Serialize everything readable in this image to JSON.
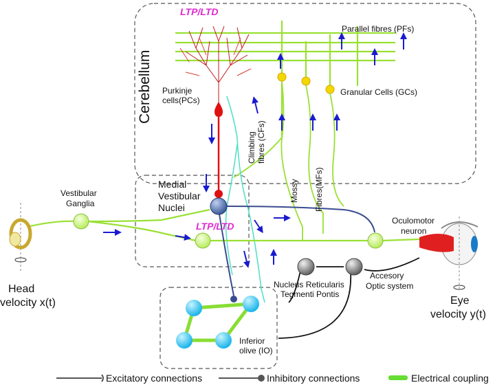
{
  "title": "Cerebellar control of the vestibulo-ocular reflex",
  "regions": {
    "cerebellum": "Cerebellum",
    "mvn_line1": "Medial",
    "mvn_line2": "Vestibular",
    "mvn_line3": "Nuclei"
  },
  "labels": {
    "ltp_top": "LTP/LTD",
    "ltp_mid": "LTP/LTD",
    "parallel_fibres": "Parallel fibres (PFs)",
    "purkinje_1": "Purkinje",
    "purkinje_2": "cells(PCs)",
    "granular": "Granular Cells (GCs)",
    "climbing_1": "Climbing",
    "climbing_2": "fibres (CFs)",
    "mossy_1": "Mossy",
    "mossy_2": "Fibres(MFs)",
    "vestibular_1": "Vestibular",
    "vestibular_2": "Ganglia",
    "oculomotor_1": "Oculomotor",
    "oculomotor_2": "neuron",
    "accessory_1": "Accesory",
    "accessory_2": "Optic system",
    "nrtp_1": "Nucleus Reticularis",
    "nrtp_2": "Tegmenti Pontis",
    "io_1": "Inferior",
    "io_2": "olive (IO)",
    "head_1": "Head",
    "head_2": "velocity x(t)",
    "eye_1": "Eye",
    "eye_2": "velocity y(t)"
  },
  "legend": [
    {
      "label": "Excitatory connections",
      "type": "excitatory"
    },
    {
      "label": "Inhibitory connections",
      "type": "inhibitory"
    },
    {
      "label": "Electrical coupling",
      "type": "electrical"
    }
  ],
  "colors": {
    "fibre_green": "#99e033",
    "purkinje_red": "#e01010",
    "climbing_cyan": "#55e0c8",
    "mvn_blue": "#4a6aa8",
    "io_cyan": "#30c8f0",
    "nrtp_gray": "#707070",
    "ltp_magenta": "#e028d0",
    "arrow_blue": "#1a1ad0"
  }
}
